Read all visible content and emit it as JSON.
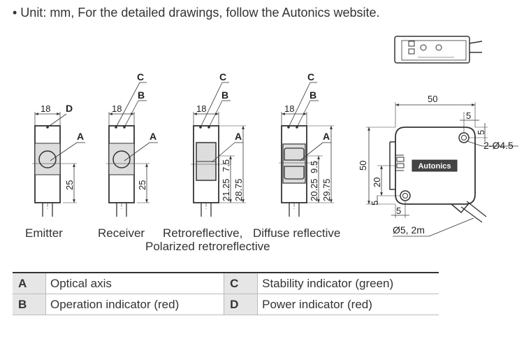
{
  "note": "• Unit: mm, For the detailed drawings, follow the Autonics website.",
  "dims": {
    "w18": "18",
    "d25": "25",
    "d21_25": "21.25",
    "d7_5": "7.5",
    "d28_75": "28.75",
    "d20_25": "20.25",
    "d9_5": "9.5",
    "d29_75": "29.75",
    "w50": "50",
    "h50": "50",
    "d5a": "5",
    "d5b": "5",
    "d20": "20",
    "d5c": "5",
    "d5d": "5",
    "holes": "2-Ø4.5",
    "cable": "Ø5, 2m"
  },
  "brand": "Autonics",
  "letters": {
    "a": "A",
    "b": "B",
    "c": "C",
    "d": "D"
  },
  "captions": {
    "emitter": "Emitter",
    "receiver": "Receiver",
    "retro": "Retroreflective,",
    "diffuse": "Diffuse reflective",
    "polarized": "Polarized retroreflective"
  },
  "legend": [
    {
      "k1": "A",
      "v1": "Optical axis",
      "k2": "C",
      "v2": "Stability indicator (green)"
    },
    {
      "k1": "B",
      "v1": "Operation indicator (red)",
      "k2": "D",
      "v2": "Power indicator (red)"
    }
  ]
}
